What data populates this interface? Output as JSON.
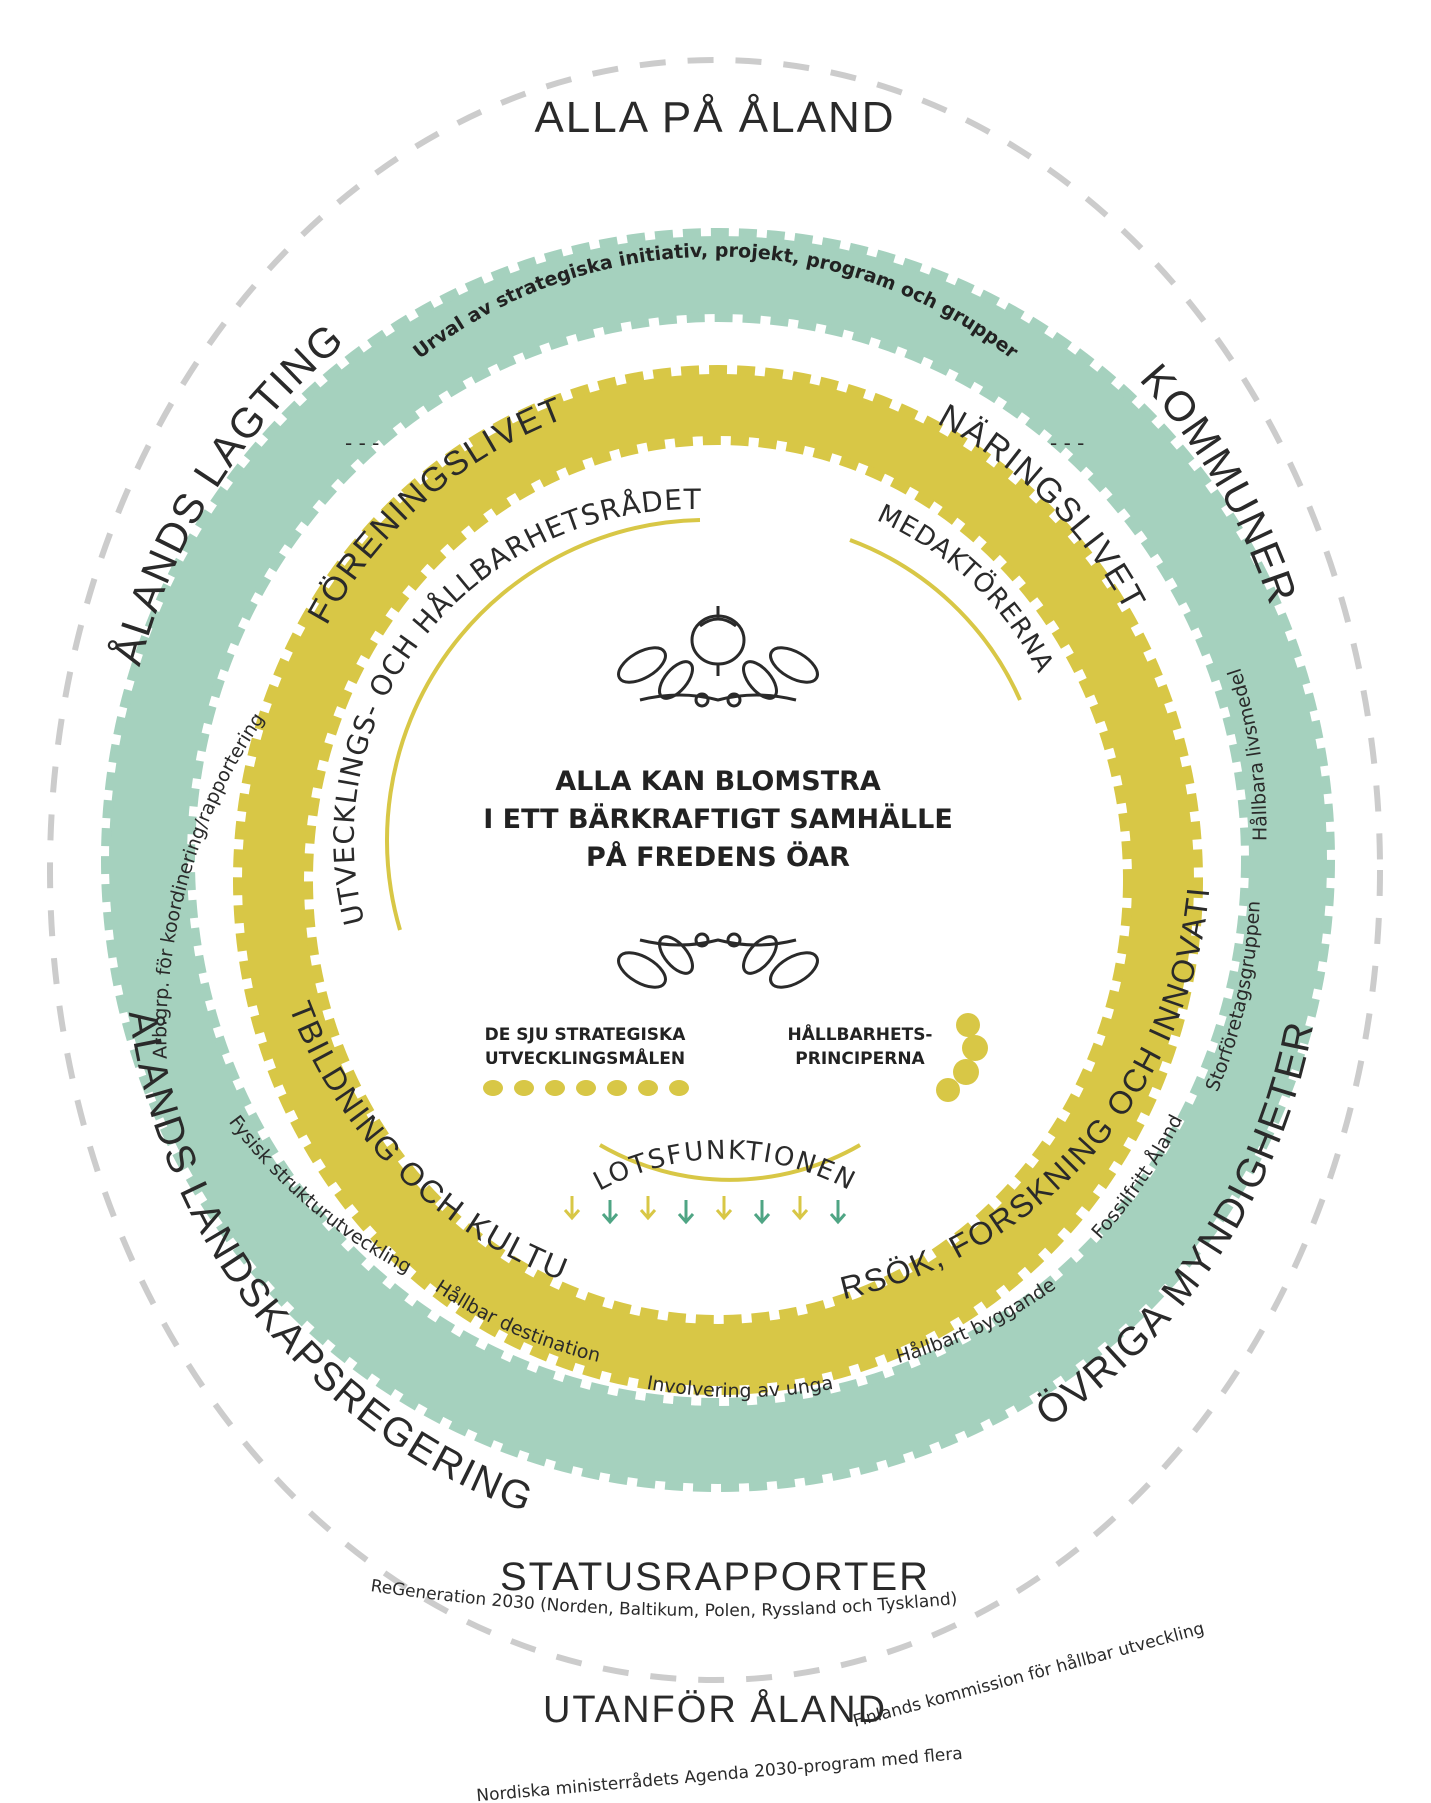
{
  "colors": {
    "outer_dash": "#cccccc",
    "green_ring": "#a5d1be",
    "yellow_ring": "#d8c746",
    "text": "#2a2a2a",
    "arrow_yellow": "#d8c746",
    "arrow_green": "#4fa584"
  },
  "outer": {
    "top_label": "ALLA PÅ ÅLAND",
    "bottom_label": "STATUSRAPPORTER"
  },
  "green_ring": {
    "labels": [
      "ÅLANDS LAGTING",
      "KOMMUNER",
      "ÅLANDS LANDSKAPSREGERING",
      "ÖVRIGA MYNDIGHETER"
    ],
    "initiatives_heading": "Urval av strategiska initiativ, projekt, program och grupper",
    "initiatives": [
      "Arb.grp. för koordinering/rapportering",
      "Fysisk strukturutveckling",
      "Hållbar destination",
      "Involvering av unga",
      "Hållbart byggande",
      "Fossilfritt Åland",
      "Storföretagsgruppen",
      "Hållbara livsmedel"
    ]
  },
  "yellow_ring": {
    "labels": [
      "FÖRENINGSLIVET",
      "NÄRINGSLIVET",
      "UTBILDNING OCH KULTUR",
      "FÖRSÖK, FORSKNING OCH INNOVATION"
    ]
  },
  "center": {
    "council": "UTVECKLINGS- OCH HÅLLBARHETSRÅDET",
    "coactors": "MEDAKTÖRERNA",
    "vision_lines": [
      "ALLA KAN BLOMSTRA",
      "I ETT BÄRKRAFTIGT SAMHÄLLE",
      "PÅ FREDENS ÖAR"
    ],
    "goals_lines": [
      "DE SJU STRATEGISKA",
      "UTVECKLINGSMÅLEN"
    ],
    "goals_count": 7,
    "principles_lines": [
      "HÅLLBARHETS-",
      "PRINCIPERNA"
    ],
    "pilot": "LOTSFUNKTIONEN"
  },
  "outside": {
    "heading": "UTANFÖR ÅLAND",
    "items": [
      "ReGeneration 2030 (Norden, Baltikum, Polen, Ryssland och Tyskland)",
      "Finlands kommission för hållbar utveckling",
      "Nordiska ministerrådets Agenda 2030-program med flera"
    ]
  }
}
